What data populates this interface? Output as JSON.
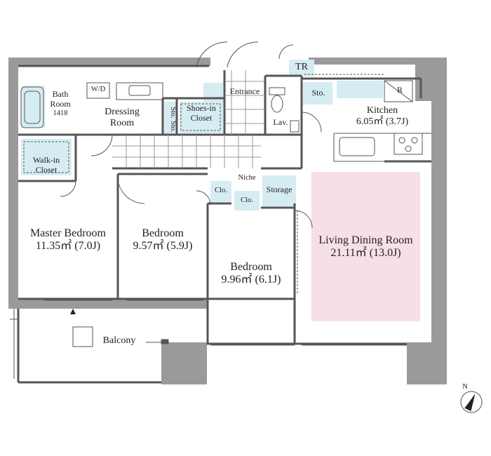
{
  "plan": {
    "rooms": {
      "bath_room": {
        "name": "Bath",
        "name2": "Room",
        "code": "1418"
      },
      "washer": "W/D",
      "dressing_room": {
        "name": "Dressing",
        "name2": "Room"
      },
      "sto_dressing": "Sto.",
      "sto_dressing2": "Sto.",
      "shoes_closet": {
        "name": "Shoes-in",
        "name2": "Closet"
      },
      "entrance": "Entrance",
      "tr": "TR",
      "lav": "Lav.",
      "sto_kitchen": "Sto.",
      "refrigerator": "R",
      "kitchen": {
        "name": "Kitchen",
        "area": "6.05㎡ (3.7J)"
      },
      "walk_in_closet": {
        "name": "Walk-in",
        "name2": "Closet"
      },
      "niche": "Niche",
      "clo_1": "Clo.",
      "clo_2": "Clo.",
      "storage": "Storage",
      "master_bedroom": {
        "name": "Master Bedroom",
        "area": "11.35㎡ (7.0J)"
      },
      "bedroom_1": {
        "name": "Bedroom",
        "area": "9.57㎡ (5.9J)"
      },
      "bedroom_2": {
        "name": "Bedroom",
        "area": "9.96㎡ (6.1J)"
      },
      "living_dining": {
        "name": "Living Dining Room",
        "area": "21.11㎡ (13.0J)"
      },
      "balcony": "Balcony"
    },
    "compass": "N",
    "colors": {
      "wall": "#9a9a9a",
      "wall_line": "#555555",
      "wet_area": "#d6ecf3",
      "ldk_highlight": "#f6dfe8",
      "floor_tile": "#ffffff"
    }
  }
}
